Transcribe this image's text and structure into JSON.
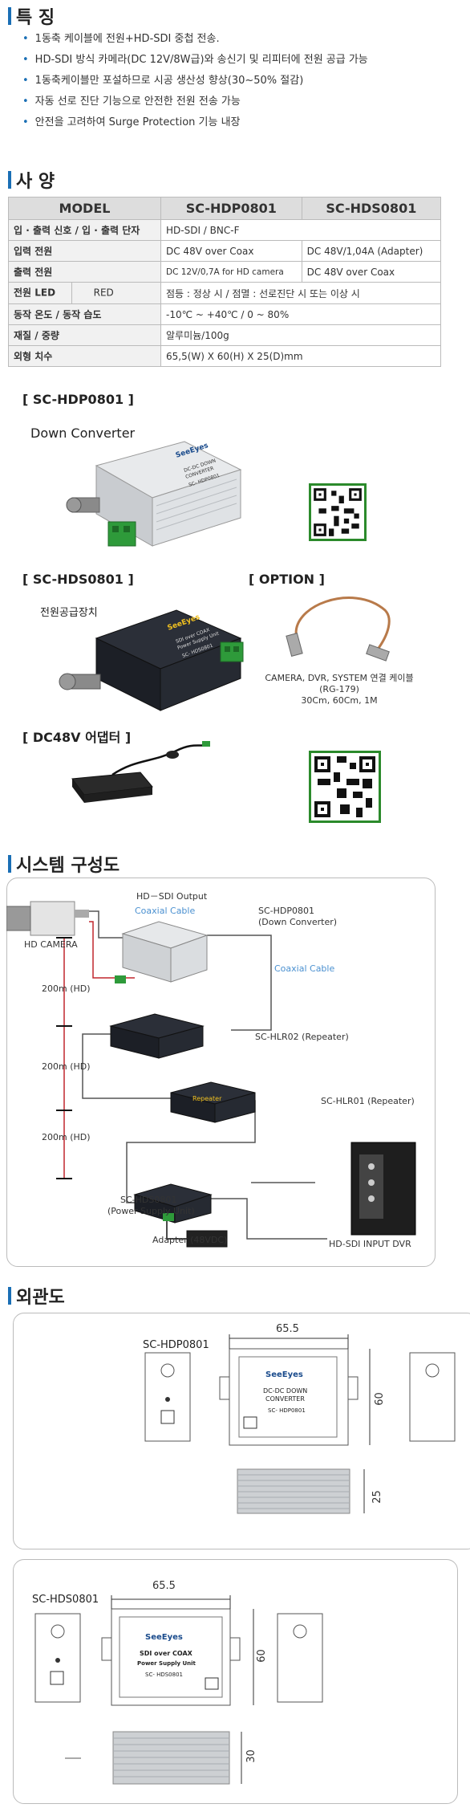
{
  "features": {
    "title": "특 징",
    "items": [
      "1동축 케이블에 전원+HD-SDI 중첩 전송.",
      "HD-SDI 방식 카메라(DC 12V/8W급)와 송신기 및 리피터에 전원 공급 가능",
      "1동축케이블만 포설하므로 시공 생산성 향상(30~50% 절감)",
      "자동 선로 진단 기능으로 안전한 전원 전송 가능",
      "안전을 고려하여 Surge Protection 기능 내장"
    ]
  },
  "spec": {
    "title": "사 양",
    "header": [
      "MODEL",
      "SC-HDP0801",
      "SC-HDS0801"
    ],
    "rows": [
      {
        "label": "입 · 출력 신호 / 입 · 출력 단자",
        "value": "HD-SDI / BNC-F"
      },
      {
        "label": "입력 전원",
        "value1": "DC 48V over Coax",
        "value2": "DC 48V/1,04A (Adapter)"
      },
      {
        "label": "출력 전원",
        "value1": "DC 12V/0,7A for HD camera",
        "value2": "DC 48V over Coax"
      },
      {
        "label": "전원 LED",
        "sublabel": "RED",
        "value": "점등 : 정상 시 / 점멸 : 선로진단 시 또는 이상 시"
      },
      {
        "label": "동작 온도 / 동작 습도",
        "value": "-10℃ ~ +40℃ / 0 ~ 80%"
      },
      {
        "label": "재질 / 중량",
        "value": "알루미늄/100g"
      },
      {
        "label": "외형 치수",
        "value": "65,5(W) X 60(H) X 25(D)mm"
      }
    ]
  },
  "products": {
    "hdp_label": "[ SC-HDP0801 ]",
    "hdp_caption": "Down Converter",
    "hds_label": "[ SC-HDS0801 ]",
    "hds_caption": "전원공급장치",
    "option_label": "[ OPTION ]",
    "option_caption1": "CAMERA, DVR, SYSTEM 연결 케이블",
    "option_caption2": "(RG-179)",
    "option_caption3": "30Cm, 60Cm, 1M",
    "adapter_label": "[ DC48V 어댑터 ]",
    "brand": "SeeEyes",
    "hdp_text1": "DC-DC DOWN",
    "hdp_text2": "CONVERTER",
    "hdp_text3": "SC- HDP0801",
    "hds_text1": "SDI over COAX",
    "hds_text2": "Power Supply Unit",
    "hds_text3": "SC- HDS0801"
  },
  "system": {
    "title": "시스템 구성도",
    "hd_sdi_output": "HD－SDI Output",
    "coaxial1": "Coaxial Cable",
    "coaxial2": "Coaxial Cable",
    "hd_camera": "HD CAMERA",
    "hdp_label": "SC-HDP0801",
    "hdp_sub": "(Down Converter)",
    "dist1": "200m (HD)",
    "dist2": "200m (HD)",
    "dist3": "200m (HD)",
    "hlr02": "SC-HLR02 (Repeater)",
    "hlr01": "SC-HLR01 (Repeater)",
    "hds_label": "SC-HDS0801",
    "hds_sub": "(Power Supply Unit)",
    "adapter": "Adapter (48VDC)",
    "dvr": "HD-SDI INPUT DVR",
    "repeater_text": "Repeater"
  },
  "outline": {
    "title": "외관도",
    "hdp_name": "SC-HDP0801",
    "hdp_w": "65.5",
    "hdp_h": "60",
    "hdp_d": "25",
    "hds_name": "SC-HDS0801",
    "hds_w": "65.5",
    "hds_h": "60",
    "hds_d": "30"
  }
}
